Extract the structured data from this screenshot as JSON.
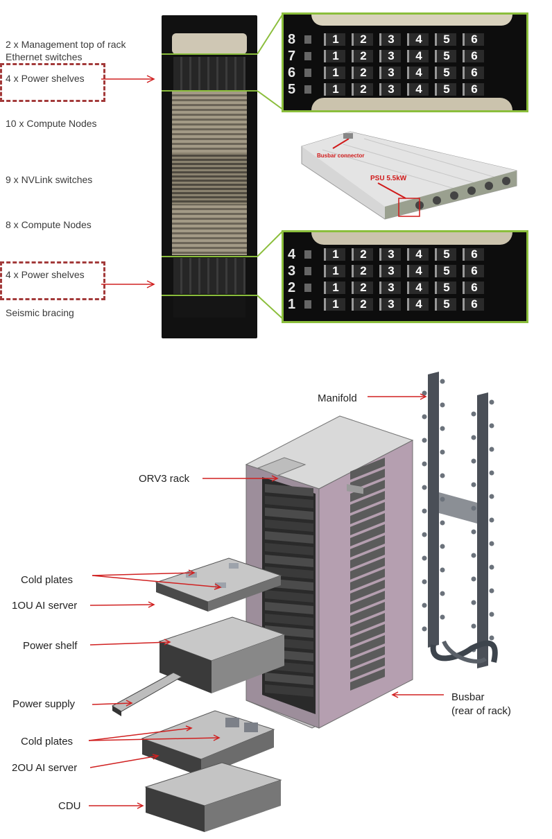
{
  "top_panel": {
    "labels": {
      "mgmt_switches_line1": "2 x Management top of rack",
      "mgmt_switches_line2": "Ethernet switches",
      "power_shelves_top": "4 x Power shelves",
      "compute_nodes_10": "10 x Compute Nodes",
      "nvlink_switches": "9 x NVLink switches",
      "compute_nodes_8": "8 x Compute Nodes",
      "power_shelves_bottom": "4 x Power shelves",
      "seismic_bracing": "Seismic bracing"
    },
    "zoom_top": {
      "rows": [
        "8",
        "7",
        "6",
        "5"
      ],
      "slots": [
        "1",
        "2",
        "3",
        "4",
        "5",
        "6"
      ]
    },
    "zoom_bottom": {
      "rows": [
        "4",
        "3",
        "2",
        "1"
      ],
      "slots": [
        "1",
        "2",
        "3",
        "4",
        "5",
        "6"
      ]
    },
    "psu_callouts": {
      "busbar_connector": "Busbar connector",
      "psu": "PSU 5.5kW"
    },
    "colors": {
      "accent_green": "#8bbe3c",
      "dashed_red": "#a33a3a",
      "arrow_red": "#d02020"
    }
  },
  "bottom_panel": {
    "labels": {
      "manifold": "Manifold",
      "orv3_rack": "ORV3 rack",
      "cold_plates_top": "Cold plates",
      "server_1ou": "1OU AI server",
      "power_shelf": "Power shelf",
      "power_supply": "Power supply",
      "busbar_line1": "Busbar",
      "busbar_line2": "(rear of rack)",
      "cold_plates_bottom": "Cold plates",
      "server_2ou": "2OU AI server",
      "cdu": "CDU"
    }
  }
}
